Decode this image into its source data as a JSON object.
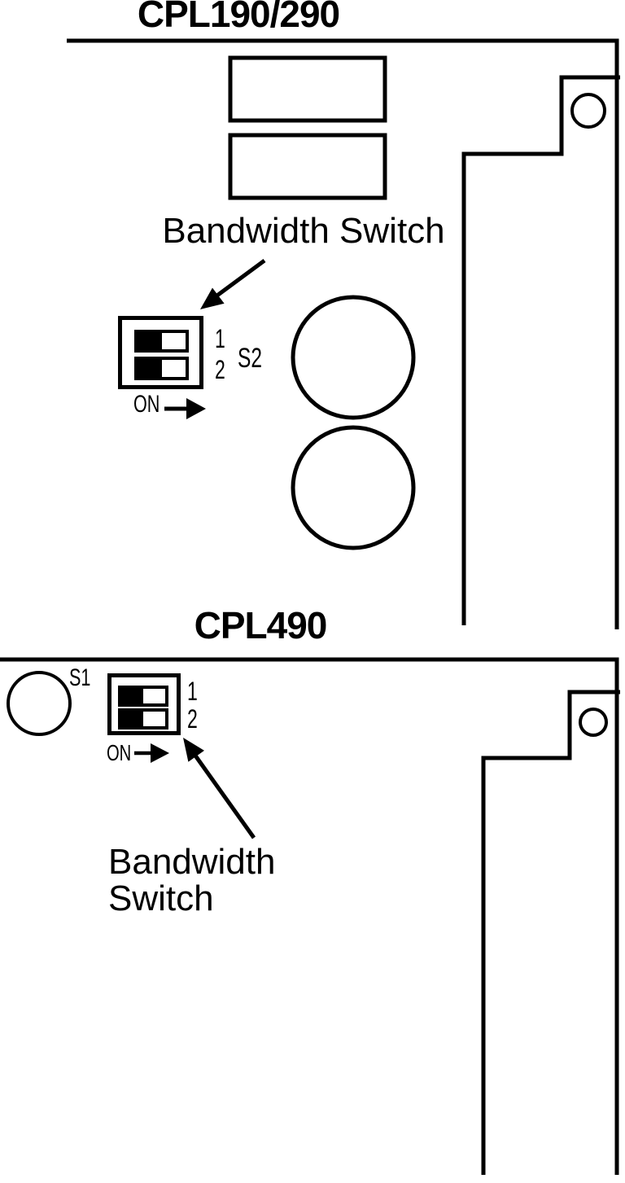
{
  "colors": {
    "ink": "#000000",
    "background": "#ffffff"
  },
  "cpl190": {
    "title": "CPL190/290",
    "bandwidth_switch_label": "Bandwidth Switch",
    "dip_switch": {
      "designator": "S2",
      "position1": "1",
      "position2": "2",
      "on_label": "ON",
      "switch1_state": "off",
      "switch2_state": "off"
    }
  },
  "cpl490": {
    "title": "CPL490",
    "bandwidth_switch_label_line1": "Bandwidth",
    "bandwidth_switch_label_line2": "Switch",
    "button_designator": "S1",
    "dip_switch": {
      "position1": "1",
      "position2": "2",
      "on_label": "ON",
      "switch1_state": "off",
      "switch2_state": "off"
    }
  }
}
